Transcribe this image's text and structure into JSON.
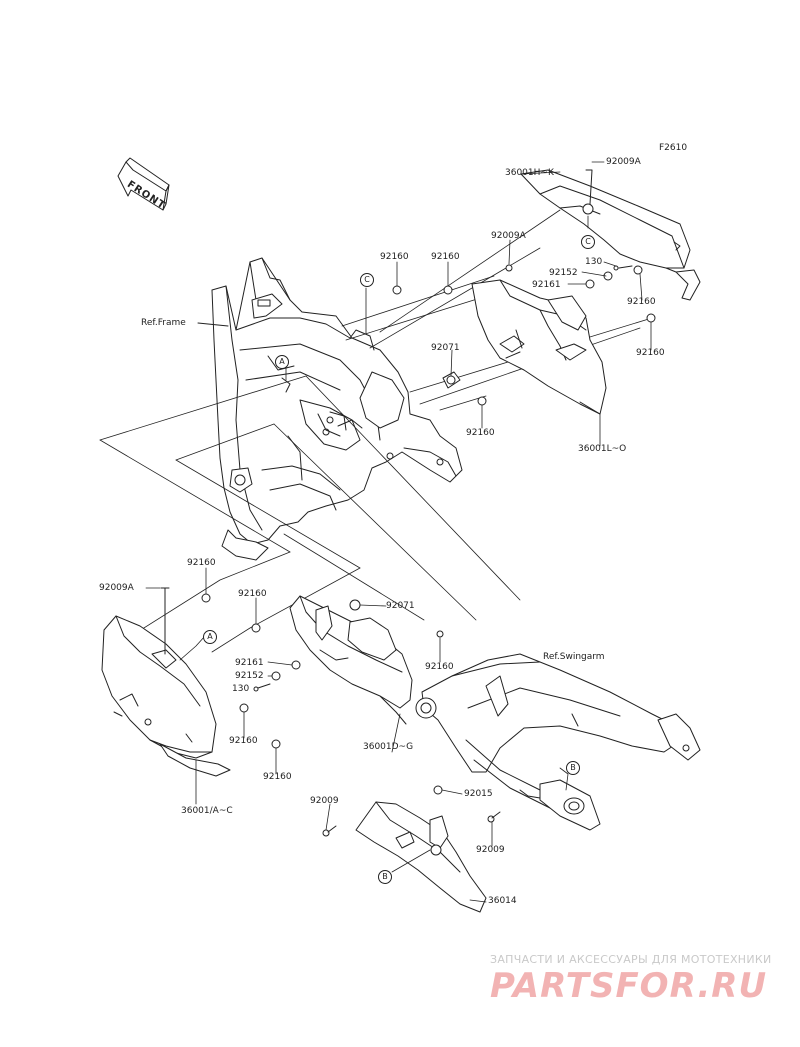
{
  "diagram_code": "F2610",
  "front_label": "FRONT",
  "refs": {
    "frame": "Ref.Frame",
    "swingarm": "Ref.Swingarm"
  },
  "callouts": {
    "c_36001HK": "36001H~K",
    "c_92009A_top": "92009A",
    "c_92160_a": "92160",
    "c_92160_b": "92160",
    "c_92009A_mid": "92009A",
    "c_130_right": "130",
    "c_92152_right": "92152",
    "c_92161_right": "92161",
    "c_92160_right1": "92160",
    "c_92160_right2": "92160",
    "c_92071_right": "92071",
    "c_92160_right3": "92160",
    "c_36001LO": "36001L~O",
    "c_92160_left_top": "92160",
    "c_92009A_left": "92009A",
    "c_92160_left2": "92160",
    "c_92071_mid": "92071",
    "c_92161_left": "92161",
    "c_92152_left": "92152",
    "c_130_left": "130",
    "c_92160_mid": "92160",
    "c_92160_left3": "92160",
    "c_92160_left4": "92160",
    "c_36001DG": "36001D~G",
    "c_36001AC": "36001/A~C",
    "c_92009_b1": "92009",
    "c_92015": "92015",
    "c_92009_b2": "92009",
    "c_36014": "36014"
  },
  "ref_markers": {
    "a": "A",
    "b": "B",
    "c": "C"
  },
  "watermark": {
    "subtitle": "ЗАПЧАСТИ И АКСЕССУАРЫ ДЛЯ МОТОТЕХНИКИ",
    "logo": "PARTSFOR.RU"
  },
  "colors": {
    "line": "#222222",
    "watermark_logo": "#f2b3b3",
    "watermark_text": "#c9c9c9"
  }
}
